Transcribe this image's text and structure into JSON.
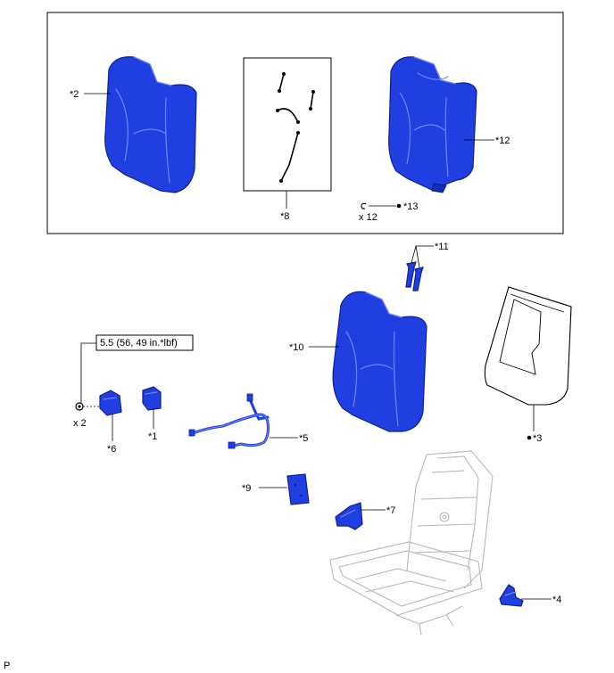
{
  "callouts": {
    "c1": "*1",
    "c2": "*2",
    "c3": "*3",
    "c4": "*4",
    "c5": "*5",
    "c6": "*6",
    "c7": "*7",
    "c8": "*8",
    "c9": "*9",
    "c10": "*10",
    "c11": "*11",
    "c12": "*12",
    "c13": "*13"
  },
  "quantities": {
    "q_hog_rings": "x 12",
    "q_nuts": "x 2"
  },
  "torque_spec": "5.5 (56, 49 in.*lbf)",
  "footer_code": "P",
  "colors": {
    "part_blue": "#1f3fe0",
    "frame_gray": "#b8b8b8",
    "outline": "#000000"
  }
}
